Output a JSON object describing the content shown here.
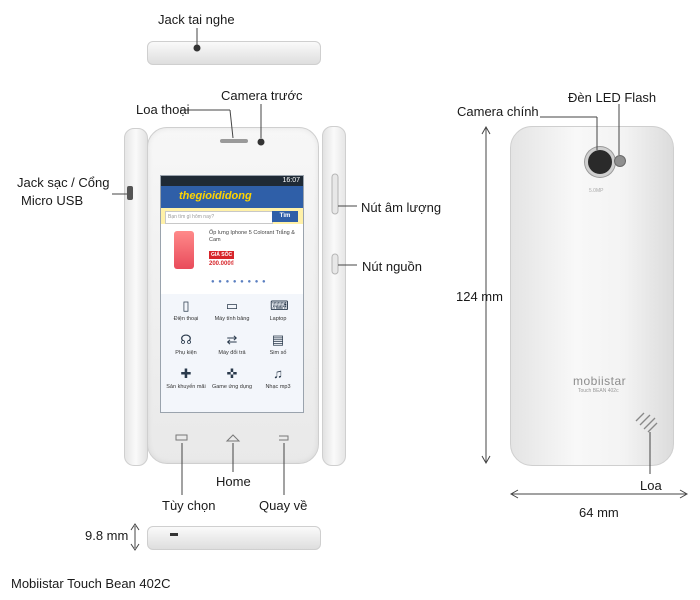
{
  "labels": {
    "headphone_jack": "Jack tai nghe",
    "earpiece": "Loa thoại",
    "front_camera": "Camera trước",
    "charging_port": "Jack sạc / Cổng",
    "charging_port_2": "Micro USB",
    "volume_button": "Nút âm lượng",
    "power_button": "Nút nguồn",
    "home": "Home",
    "options": "Tùy chọn",
    "back": "Quay về",
    "thickness": "9.8 mm",
    "main_camera": "Camera chính",
    "led_flash": "Đèn LED Flash",
    "height": "124 mm",
    "speaker": "Loa",
    "width": "64 mm",
    "caption": "Mobiistar Touch Bean 402C"
  },
  "screen": {
    "time": "16:07",
    "logo": "thegioididong",
    "search_placeholder": "Bạn tìm gì hôm nay?",
    "search_button": "Tìm",
    "promo_title": "Ốp lưng Iphone 5 Colorant Trắng & Cam",
    "promo_badge": "GIÁ SỐC",
    "promo_price": "200.000₫",
    "categories": [
      {
        "label": "Điện thoại",
        "icon": "phone-icon"
      },
      {
        "label": "Máy tính bảng",
        "icon": "tablet-icon"
      },
      {
        "label": "Laptop",
        "icon": "laptop-icon"
      },
      {
        "label": "Phụ kiện",
        "icon": "headphones-icon"
      },
      {
        "label": "Máy đổi trả",
        "icon": "exchange-icon"
      },
      {
        "label": "Sim số",
        "icon": "sim-icon"
      },
      {
        "label": "Sản khuyến mãi",
        "icon": "gift-icon"
      },
      {
        "label": "Game ứng dụng",
        "icon": "gamepad-icon"
      },
      {
        "label": "Nhạc mp3",
        "icon": "music-icon"
      }
    ]
  },
  "back": {
    "brand": "mobiistar",
    "model": "Touch BEAN 402c",
    "camera_mp": "5.0MP"
  }
}
